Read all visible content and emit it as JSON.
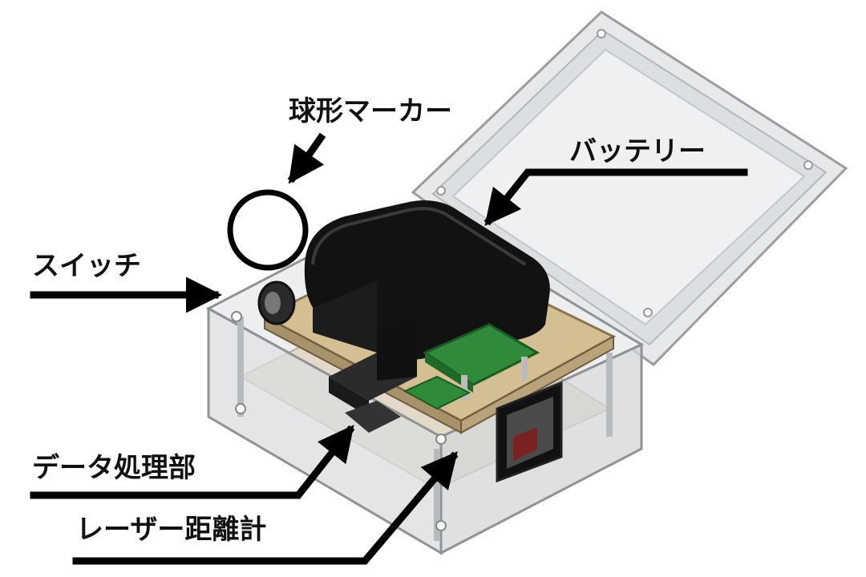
{
  "labels": {
    "sphere_marker": "球形マーカー",
    "battery": "バッテリー",
    "switch": "スイッチ",
    "data_processor": "データ処理部",
    "laser_rangefinder": "レーザー距離計"
  }
}
